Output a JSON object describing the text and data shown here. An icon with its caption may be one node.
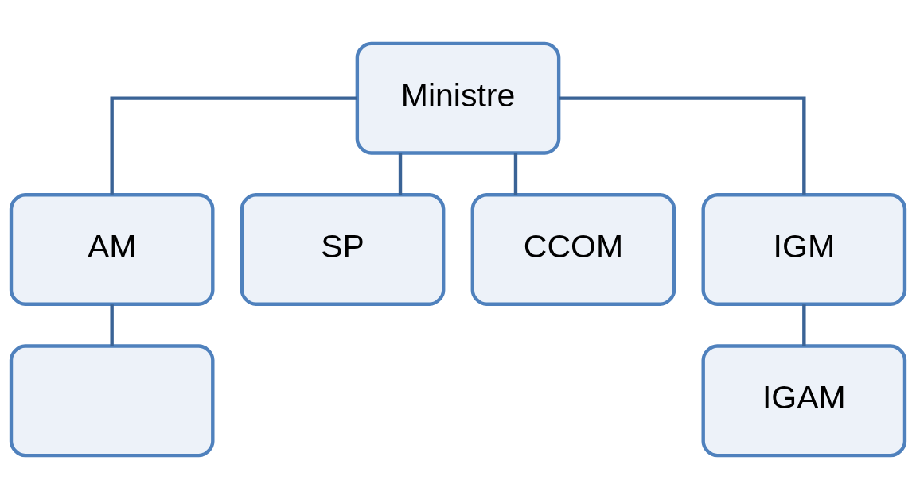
{
  "diagram": {
    "nodes": [
      {
        "text": [
          "Ministre"
        ]
      },
      {
        "text": [
          "AM"
        ]
      },
      {
        "text": [
          "SP"
        ]
      },
      {
        "text": [
          "CCOM"
        ]
      },
      {
        "text": [
          "IGM"
        ]
      },
      {
        "text": [],
        "shape": "box"
      },
      {
        "text": [
          "IGAM"
        ]
      }
    ],
    "edges": [
      {
        "from": 0,
        "to": 1,
        "arrow": "none"
      },
      {
        "from": 0,
        "to": 2,
        "arrow": "none"
      },
      {
        "from": 0,
        "to": 3,
        "arrow": "none"
      },
      {
        "from": 0,
        "to": 4,
        "arrow": "none"
      },
      {
        "from": 1,
        "to": 5,
        "arrow": "none"
      },
      {
        "from": 4,
        "to": 6,
        "arrow": "none"
      }
    ]
  }
}
